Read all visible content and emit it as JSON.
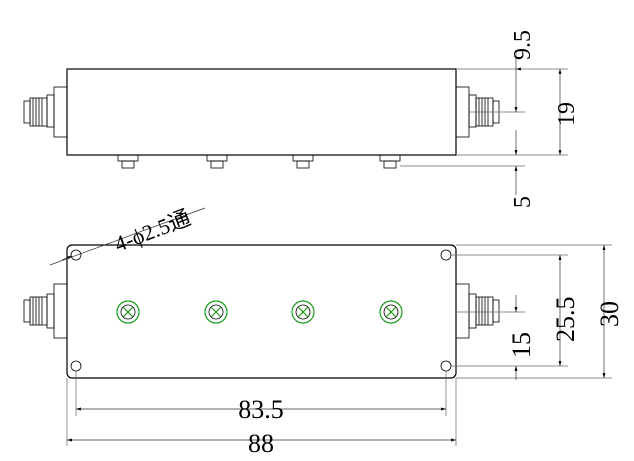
{
  "dimensions": {
    "top_view": {
      "height_upper": "9.5",
      "height_total": "19",
      "screw_offset": "5"
    },
    "front_view": {
      "holes_note": "4-ϕ2.5通",
      "center_height": "15",
      "hole_row_height": "25.5",
      "total_height": "30",
      "hole_span": "83.5",
      "total_length": "88"
    }
  },
  "colors": {
    "outline": "#000000",
    "dimension": "#333333",
    "tuning_screw": "#1a9a1a"
  },
  "icons": {
    "connector": "sma-connector-icon",
    "screw": "tuning-screw-icon"
  }
}
